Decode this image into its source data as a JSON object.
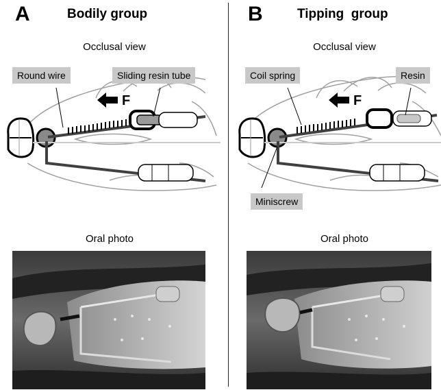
{
  "panels": [
    {
      "letter": "A",
      "group_title": "Bodily group",
      "occlusal_label": "Occlusal view",
      "callouts": [
        "Round wire",
        "Sliding resin tube"
      ],
      "force_label": "F",
      "photo_label": "Oral photo"
    },
    {
      "letter": "B",
      "group_title": "Tipping  group",
      "occlusal_label": "Occlusal view",
      "callouts": [
        "Coil spring",
        "Resin",
        "Miniscrew"
      ],
      "force_label": "F",
      "photo_label": "Oral photo"
    }
  ],
  "colors": {
    "label_box": "#c8c8c8",
    "wire": "#404040",
    "resin": "#9a9a9a",
    "outline": "#a0a0a0"
  }
}
